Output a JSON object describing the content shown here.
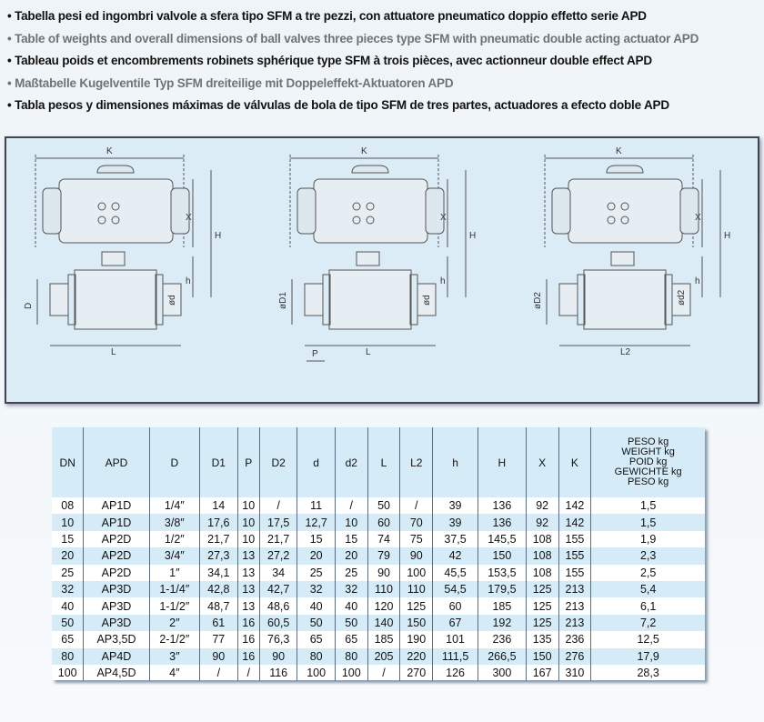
{
  "titles": [
    "Tabella pesi ed ingombri valvole a sfera tipo SFM a tre pezzi, con attuatore pneumatico doppio effetto serie APD",
    "Table of weights and overall dimensions of ball valves three pieces type SFM with pneumatic double acting actuator APD",
    "Tableau poids et encombrements robinets sphérique type SFM à trois pièces, avec actionneur double effect APD",
    "Maßtabelle Kugelventile Typ SFM dreiteilige mit Doppeleffekt-Aktuatoren APD",
    "Tabla pesos y dimensiones máximas de válvulas de bola de tipo SFM de tres partes, actuadores a efecto doble APD"
  ],
  "drawings": [
    {
      "K": "K",
      "X": "X",
      "H": "H",
      "h": "h",
      "left": "D",
      "right": "ød",
      "bottom": "L",
      "extra": ""
    },
    {
      "K": "K",
      "X": "X",
      "H": "H",
      "h": "h",
      "left": "øD1",
      "right": "ød",
      "bottom": "L",
      "extra": "P"
    },
    {
      "K": "K",
      "X": "X",
      "H": "H",
      "h": "h",
      "left": "øD2",
      "right": "ød2",
      "bottom": "L2",
      "extra": ""
    }
  ],
  "table": {
    "headers": [
      "DN",
      "APD",
      "D",
      "D1",
      "P",
      "D2",
      "d",
      "d2",
      "L",
      "L2",
      "h",
      "H",
      "X",
      "K"
    ],
    "weight_header": [
      "PESO kg",
      "WEIGHT kg",
      "POID kg",
      "GEWICHTE kg",
      "PESO kg"
    ],
    "rows": [
      [
        "08",
        "AP1D",
        "1/4″",
        "14",
        "10",
        "/",
        "11",
        "/",
        "50",
        "/",
        "39",
        "136",
        "92",
        "142",
        "1,5"
      ],
      [
        "10",
        "AP1D",
        "3/8″",
        "17,6",
        "10",
        "17,5",
        "12,7",
        "10",
        "60",
        "70",
        "39",
        "136",
        "92",
        "142",
        "1,5"
      ],
      [
        "15",
        "AP2D",
        "1/2″",
        "21,7",
        "10",
        "21,7",
        "15",
        "15",
        "74",
        "75",
        "37,5",
        "145,5",
        "108",
        "155",
        "1,9"
      ],
      [
        "20",
        "AP2D",
        "3/4″",
        "27,3",
        "13",
        "27,2",
        "20",
        "20",
        "79",
        "90",
        "42",
        "150",
        "108",
        "155",
        "2,3"
      ],
      [
        "25",
        "AP2D",
        "1″",
        "34,1",
        "13",
        "34",
        "25",
        "25",
        "90",
        "100",
        "45,5",
        "153,5",
        "108",
        "155",
        "2,5"
      ],
      [
        "32",
        "AP3D",
        "1-1/4″",
        "42,8",
        "13",
        "42,7",
        "32",
        "32",
        "110",
        "110",
        "54,5",
        "179,5",
        "125",
        "213",
        "5,4"
      ],
      [
        "40",
        "AP3D",
        "1-1/2″",
        "48,7",
        "13",
        "48,6",
        "40",
        "40",
        "120",
        "125",
        "60",
        "185",
        "125",
        "213",
        "6,1"
      ],
      [
        "50",
        "AP3D",
        "2″",
        "61",
        "16",
        "60,5",
        "50",
        "50",
        "140",
        "150",
        "67",
        "192",
        "125",
        "213",
        "7,2"
      ],
      [
        "65",
        "AP3,5D",
        "2-1/2″",
        "77",
        "16",
        "76,3",
        "65",
        "65",
        "185",
        "190",
        "101",
        "236",
        "135",
        "236",
        "12,5"
      ],
      [
        "80",
        "AP4D",
        "3″",
        "90",
        "16",
        "90",
        "80",
        "80",
        "205",
        "220",
        "111,5",
        "266,5",
        "150",
        "276",
        "17,9"
      ],
      [
        "100",
        "AP4,5D",
        "4″",
        "/",
        "/",
        "116",
        "100",
        "100",
        "/",
        "270",
        "126",
        "300",
        "167",
        "310",
        "28,3"
      ]
    ]
  }
}
